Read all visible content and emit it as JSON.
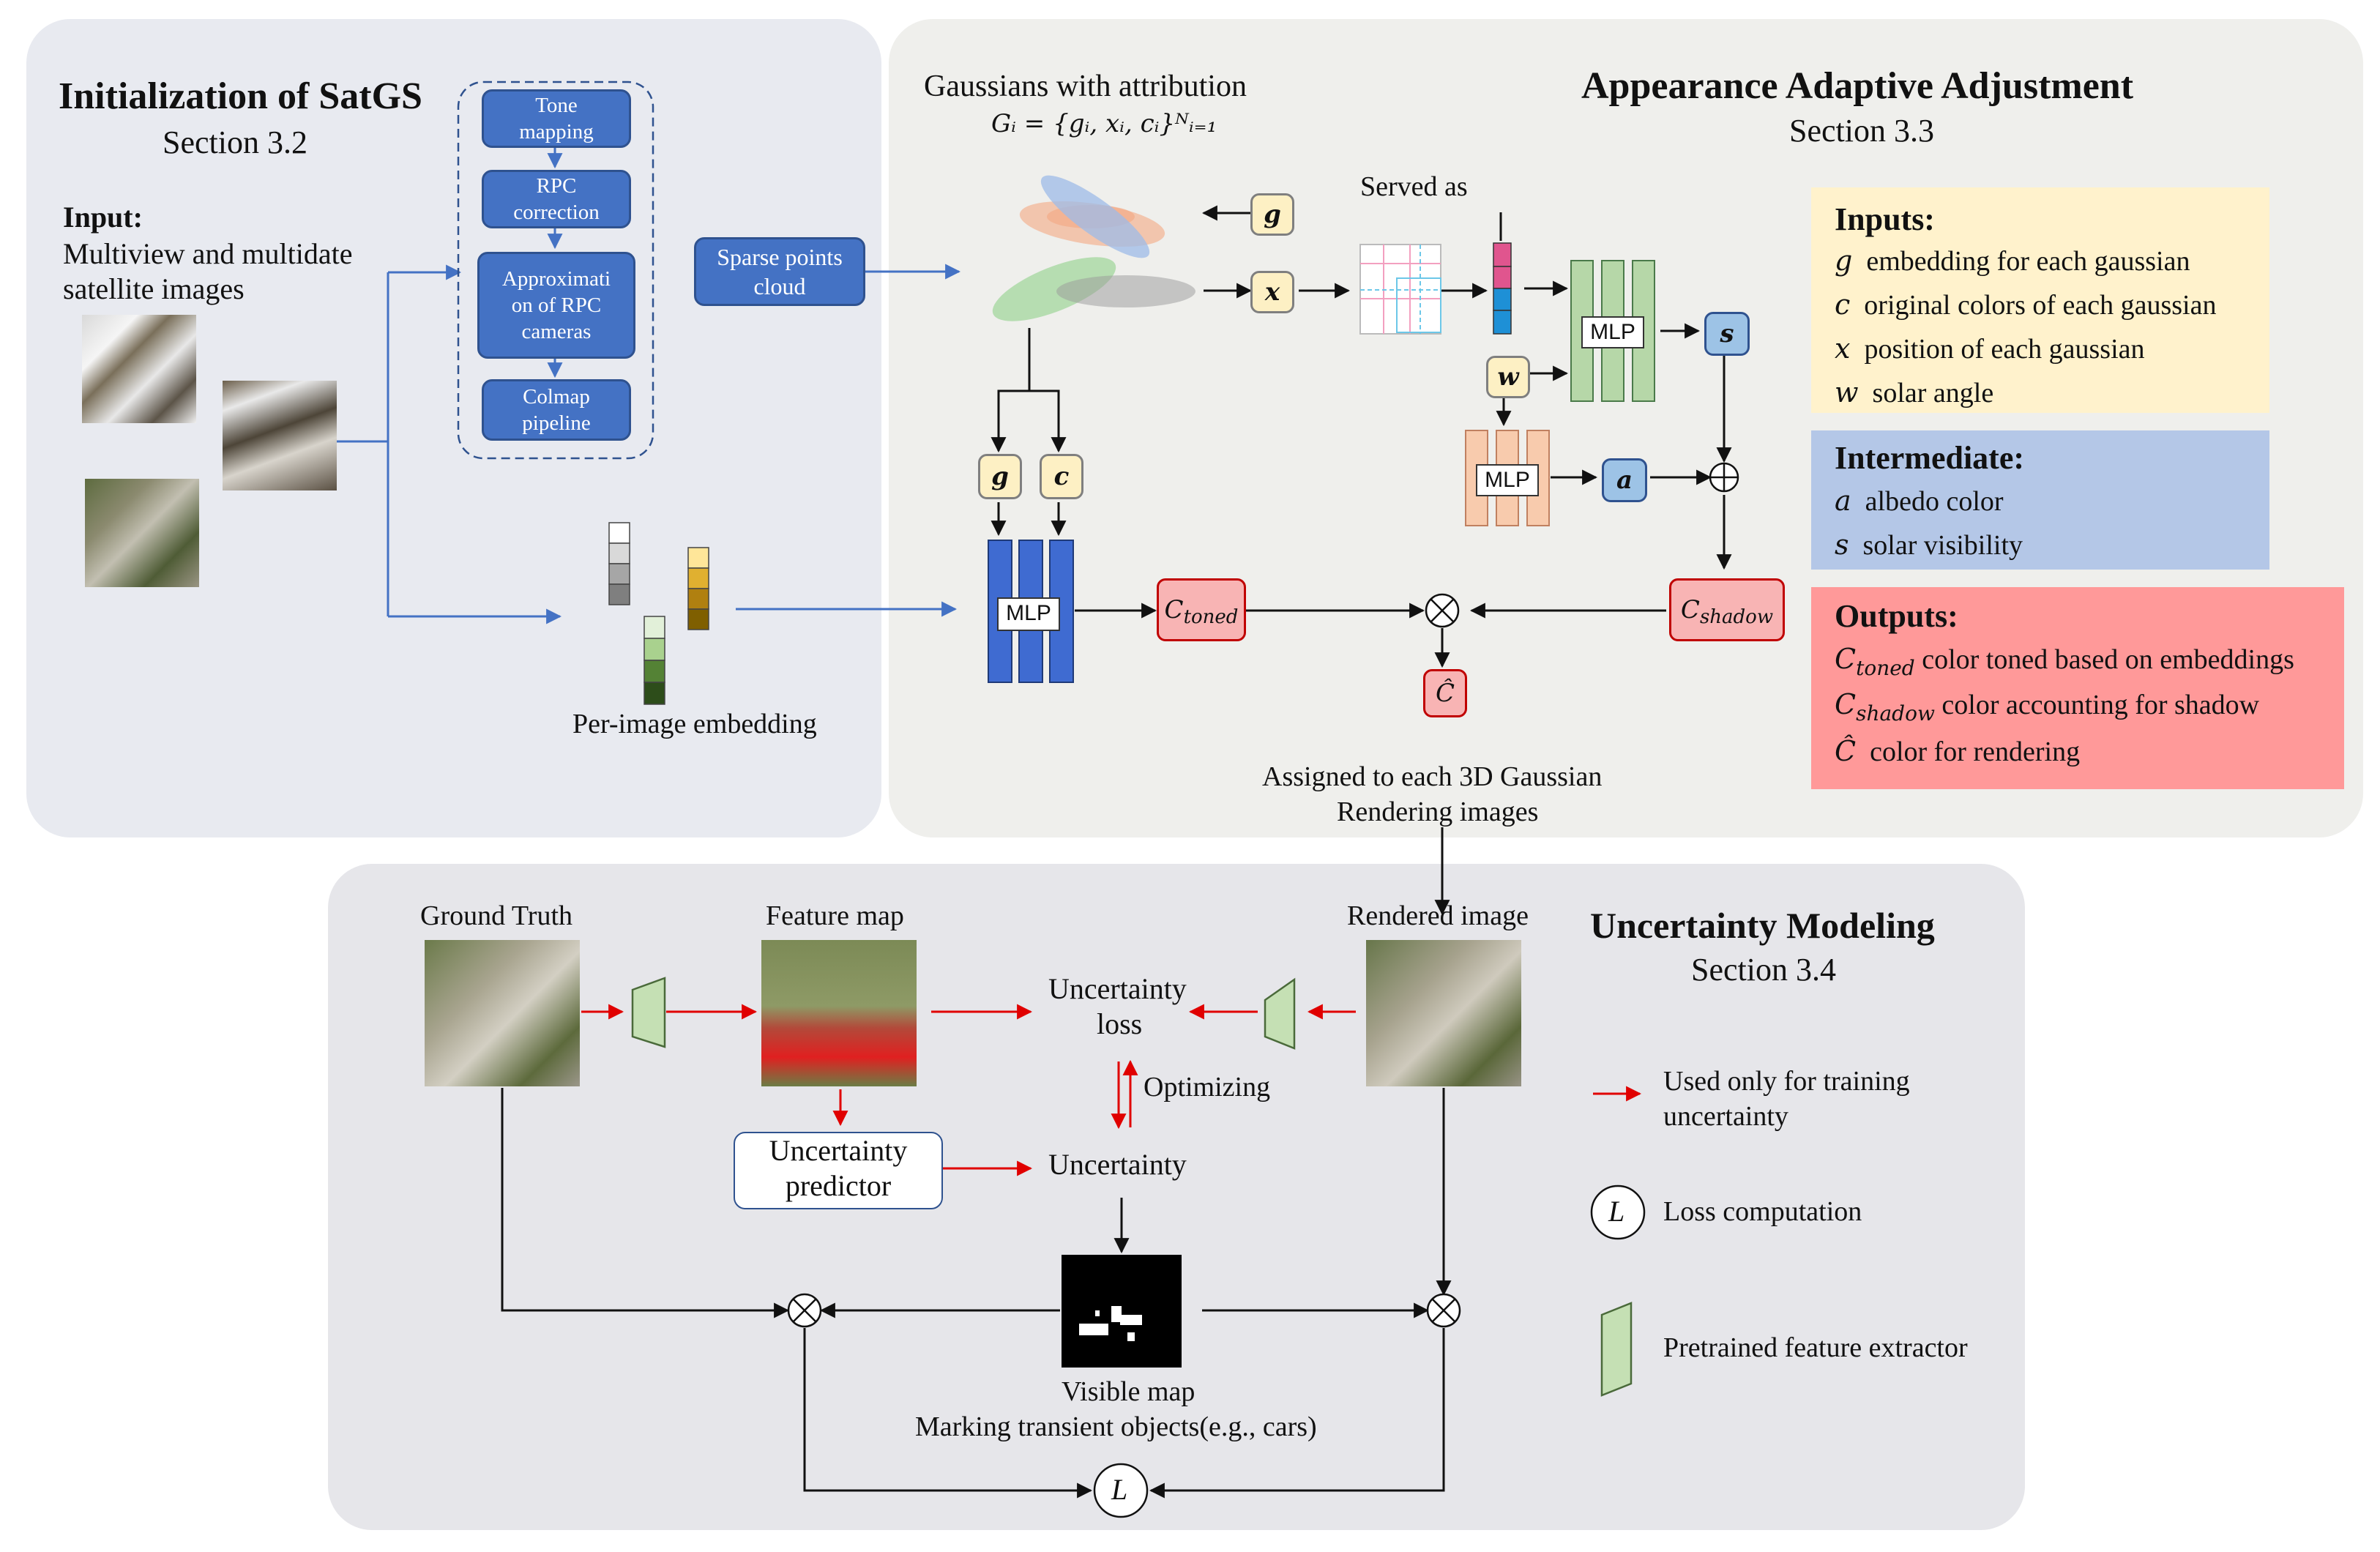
{
  "init_panel": {
    "title": "Initialization of SatGS",
    "section": "Section  3.2",
    "input_label": "Input:",
    "input_desc_1": "Multiview and multidate",
    "input_desc_2": "satellite images",
    "pipeline": [
      "Tone mapping",
      "RPC correction",
      "Approximation of RPC cameras",
      "Colmap pipeline"
    ],
    "pipeline_lines": [
      [
        "Tone",
        "mapping"
      ],
      [
        "RPC",
        "correction"
      ],
      [
        "Approximati",
        "on of RPC",
        "cameras"
      ],
      [
        "Colmap",
        "pipeline"
      ]
    ],
    "sparse_points": [
      "Sparse points",
      "cloud"
    ],
    "embedding_label": "Per-image embedding"
  },
  "appearance_panel": {
    "title": "Appearance Adaptive Adjustment",
    "section": "Section  3.3",
    "gaussians_label": "Gaussians with attribution",
    "gaussians_formula": "Gᵢ = {gᵢ, xᵢ, cᵢ}ᴺᵢ₌₁",
    "served_as": "Served as",
    "mlp": "MLP",
    "var_g": "g",
    "var_c": "c",
    "var_x": "x",
    "var_w": "w",
    "var_s": "s",
    "var_a": "a",
    "c_toned": "C",
    "c_toned_sub": "toned",
    "c_shadow": "C",
    "c_shadow_sub": "shadow",
    "c_hat": "Ĉ",
    "assigned_1": "Assigned to each 3D Gaussian",
    "assigned_2": "Rendering images"
  },
  "legend_inputs": {
    "title": "Inputs:",
    "items": [
      {
        "sym": "g",
        "text": "embedding for each gaussian"
      },
      {
        "sym": "c",
        "text": "original colors of each gaussian"
      },
      {
        "sym": "x",
        "text": "position of each gaussian"
      },
      {
        "sym": "w",
        "text": "solar angle"
      }
    ],
    "bg": "#fff2cc"
  },
  "legend_intermediate": {
    "title": "Intermediate:",
    "items": [
      {
        "sym": "a",
        "text": "albedo color"
      },
      {
        "sym": "s",
        "text": "solar visibility"
      }
    ],
    "bg": "#b4c7e7"
  },
  "legend_outputs": {
    "title": "Outputs:",
    "items": [
      {
        "sym": "C",
        "sub": "toned",
        "text": "color toned based on embeddings"
      },
      {
        "sym": "C",
        "sub": "shadow",
        "text": "color accounting for shadow"
      },
      {
        "sym": "Ĉ",
        "sub": "",
        "text": "color for rendering"
      }
    ],
    "bg": "#ff9999"
  },
  "uncertainty_panel": {
    "title": "Uncertainty Modeling",
    "section": "Section  3.4",
    "ground_truth": "Ground Truth",
    "feature_map": "Feature map",
    "rendered_image": "Rendered image",
    "uncertainty_loss_1": "Uncertainty",
    "uncertainty_loss_2": "loss",
    "optimizing": "Optimizing",
    "uncertainty_predictor_1": "Uncertainty",
    "uncertainty_predictor_2": "predictor",
    "uncertainty": "Uncertainty",
    "visible_map": "Visible map",
    "marking": "Marking transient objects(e.g., cars)",
    "loss_symbol": "L",
    "legend": {
      "training": [
        "Used only for training",
        "uncertainty"
      ],
      "loss": "Loss computation",
      "extractor": "Pretrained feature extractor"
    }
  },
  "colors": {
    "panel_left": "#e8eaf0",
    "panel_right": "#efefec",
    "panel_bottom": "#e6e6ea",
    "blue_box": "#4472c4",
    "arrow_blue": "#4472c4",
    "arrow_red": "#e00000",
    "extractor_green": "#c5e0b4"
  }
}
